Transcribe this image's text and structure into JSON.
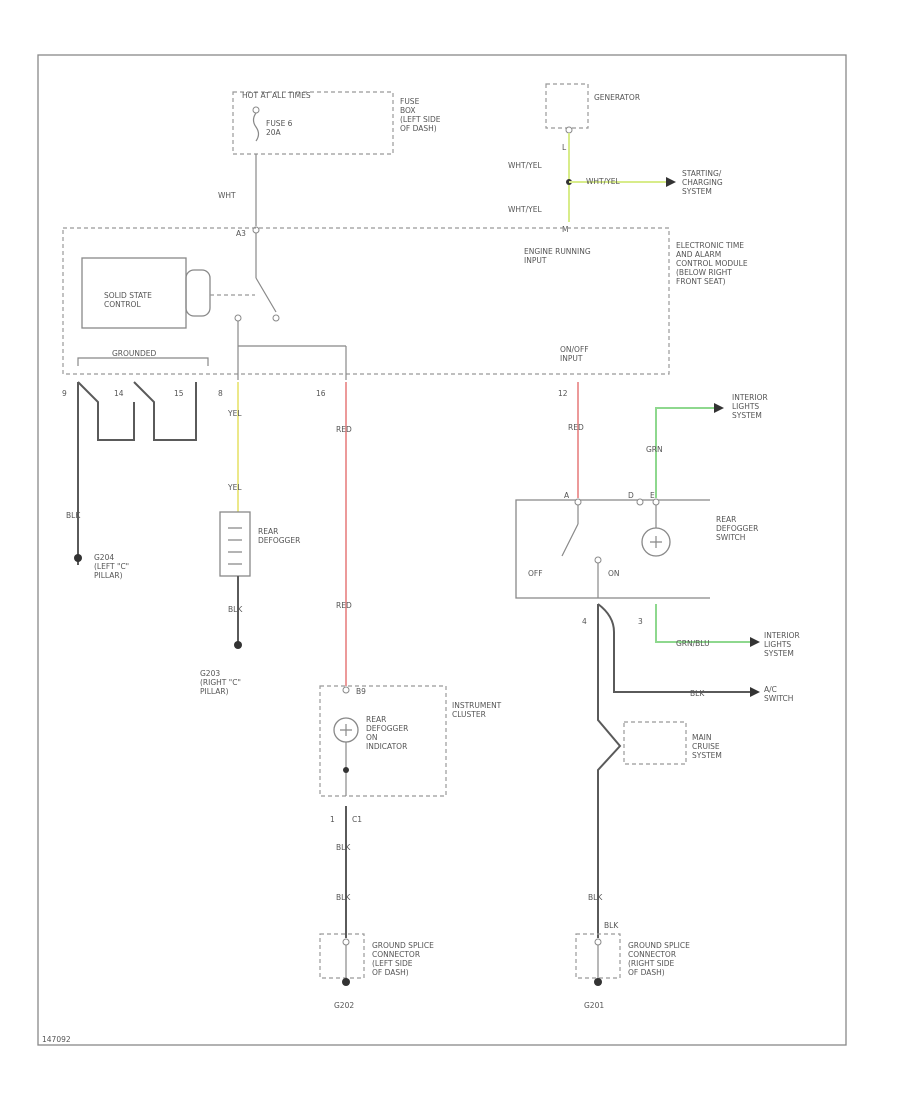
{
  "labels": {
    "hot_at_all_times": "HOT AT ALL TIMES",
    "fuse": "FUSE 6\n20A",
    "fuse_box": "FUSE\nBOX\n(LEFT SIDE\nOF DASH)",
    "generator": "GENERATOR",
    "starting_charging": "STARTING/\nCHARGING\nSYSTEM",
    "wht_yel_1": "WHT/YEL",
    "wht_yel_2": "WHT/YEL",
    "wht_yel_3": "WHT/YEL",
    "pin_l": "L",
    "pin_m": "M",
    "wht": "WHT",
    "pin_a3": "A3",
    "engine_running": "ENGINE RUNNING\nINPUT",
    "etacs_module": "ELECTRONIC TIME\nAND ALARM\nCONTROL MODULE\n(BELOW RIGHT\nFRONT SEAT)",
    "solid_state": "SOLID STATE\nCONTROL",
    "grounded": "GROUNDED",
    "on_off_input": "ON/OFF\nINPUT",
    "pin_9": "9",
    "pin_14": "14",
    "pin_15": "15",
    "pin_8": "8",
    "pin_16": "16",
    "pin_12": "12",
    "blk_1": "BLK",
    "yel_1": "YEL",
    "yel_2": "YEL",
    "red_1": "RED",
    "red_2": "RED",
    "red_3": "RED",
    "g204": "G204\n(LEFT \"C\"\nPILLAR)",
    "rear_defogger": "REAR\nDEFOGGER",
    "blk_2": "BLK",
    "g203": "G203\n(RIGHT \"C\"\nPILLAR)",
    "grn_1": "GRN",
    "interior_lights_1": "INTERIOR\nLIGHTS\nSYSTEM",
    "pin_a": "A",
    "pin_d": "D",
    "pin_e": "E",
    "rear_defogger_switch": "REAR\nDEFOGGER\nSWITCH",
    "off": "OFF",
    "on": "ON",
    "pin_4": "4",
    "pin_3": "3",
    "grn_blu": "GRN/BLU",
    "interior_lights_2": "INTERIOR\nLIGHTS\nSYSTEM",
    "blk_3": "BLK",
    "ac_switch": "A/C\nSWITCH",
    "main_cruise": "MAIN\nCRUISE\nSYSTEM",
    "blk_4": "BLK",
    "pin_b9": "B9",
    "instrument_cluster": "INSTRUMENT\nCLUSTER",
    "indicator": "REAR\nDEFOGGER\nON\nINDICATOR",
    "pin_c1_1": "1",
    "c1": "C1",
    "blk_5": "BLK",
    "blk_6": "BLK",
    "splice_left": "GROUND SPLICE\nCONNECTOR\n(LEFT SIDE\nOF DASH)",
    "g202": "G202",
    "blk_7": "BLK",
    "splice_right": "GROUND SPLICE\nCONNECTOR\n(RIGHT SIDE\nOF DASH)",
    "g201": "G201",
    "fig_id": "147092"
  },
  "colors": {
    "red_wire": "#ec9a9a",
    "yellow_wire": "#ece88a",
    "green_wire": "#8ed88e",
    "black_wire": "#5a5a5a"
  }
}
